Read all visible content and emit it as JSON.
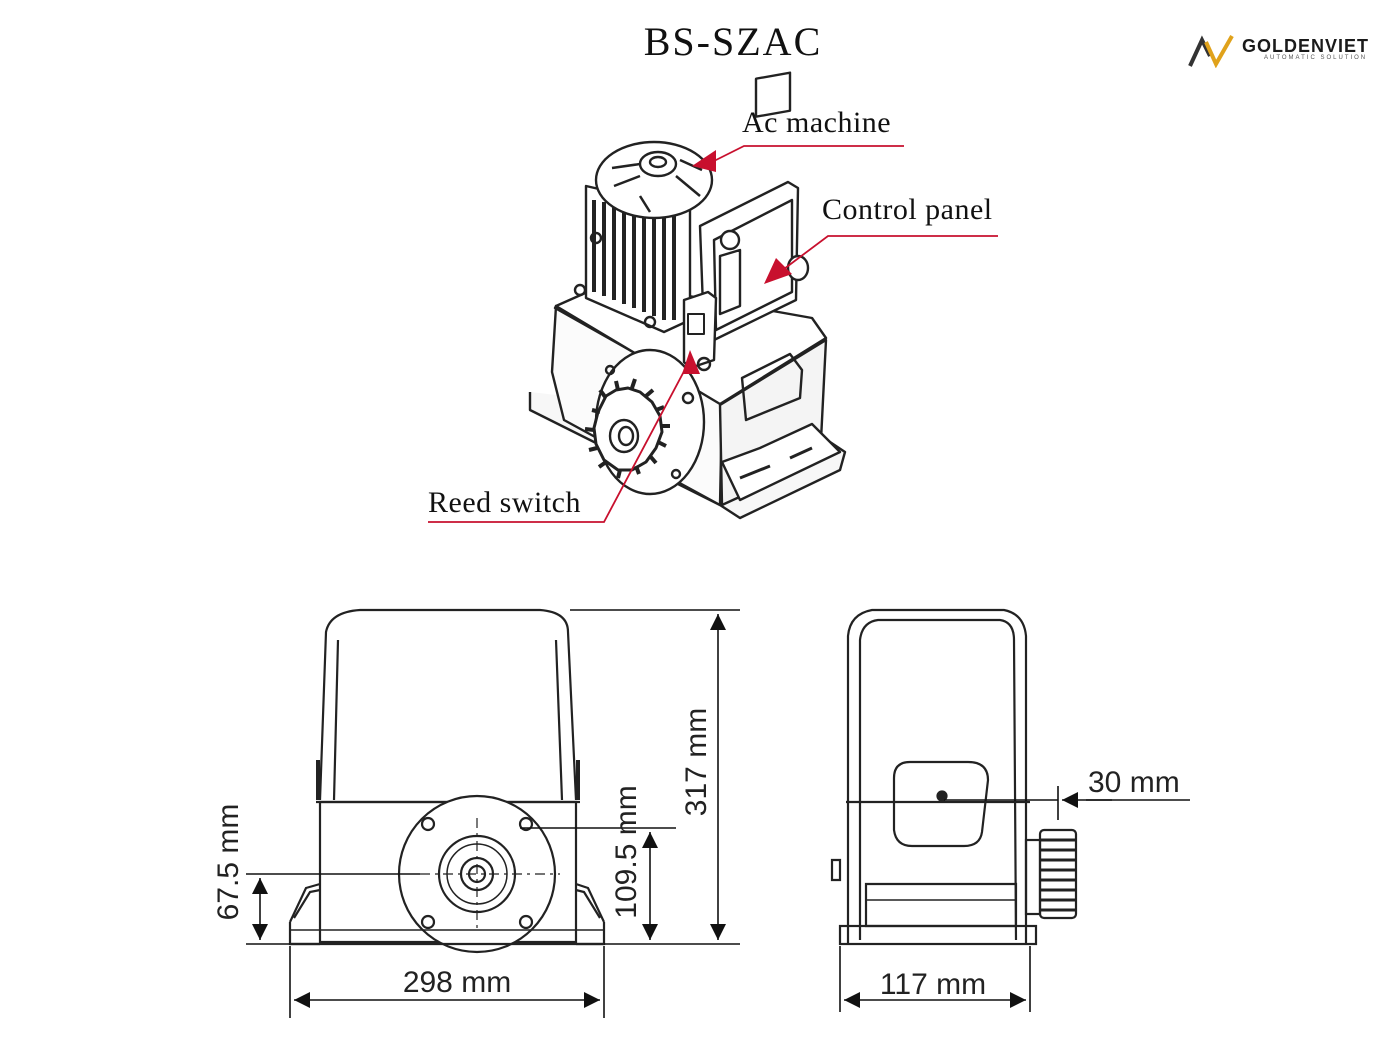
{
  "title": "BS-SZAC",
  "logo": {
    "name": "GOLDENVIET",
    "tagline": "AUTOMATIC SOLUTION",
    "accent_color": "#e0a21b",
    "icon": "goldenviet-logo-icon"
  },
  "callouts": {
    "ac_machine": "Ac machine",
    "control_panel": "Control panel",
    "reed_switch": "Reed switch",
    "color": "#c8102e"
  },
  "dimensions": {
    "front_height": "317 mm",
    "front_width": "298 mm",
    "gear_height": "109.5 mm",
    "base_height": "67.5 mm",
    "side_width": "117 mm",
    "gear_offset": "30 mm"
  }
}
